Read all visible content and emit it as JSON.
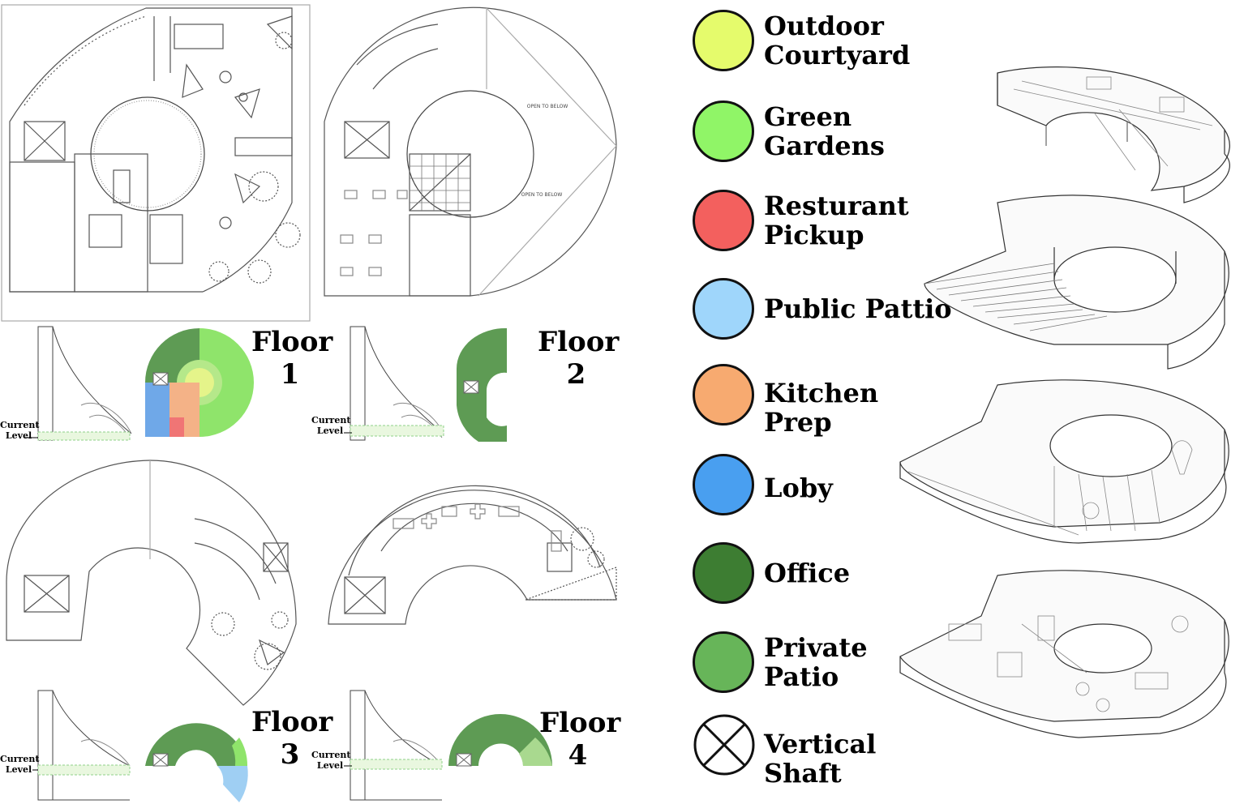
{
  "floors": [
    {
      "title": "Floor",
      "number": "1"
    },
    {
      "title": "Floor",
      "number": "2"
    },
    {
      "title": "Floor",
      "number": "3"
    },
    {
      "title": "Floor",
      "number": "4"
    }
  ],
  "current_level_label": "Current\nLevel",
  "plan_annotations": {
    "open_to_below_1": "OPEN TO BELOW",
    "open_to_below_2": "OPEN TO BELOW"
  },
  "legend": [
    {
      "label": "Outdoor\nCourtyard",
      "color": "#e5fb6c",
      "icon": "circle-swatch"
    },
    {
      "label": "Green\nGardens",
      "color": "#90f567",
      "icon": "circle-swatch"
    },
    {
      "label": "Resturant\nPickup",
      "color": "#f3605e",
      "icon": "circle-swatch"
    },
    {
      "label": "Public Pattio",
      "color": "#9fd6fb",
      "icon": "circle-swatch"
    },
    {
      "label": "Kitchen Prep",
      "color": "#f7aa70",
      "icon": "circle-swatch"
    },
    {
      "label": "Loby",
      "color": "#499ff0",
      "icon": "circle-swatch"
    },
    {
      "label": "Office",
      "color": "#3d7d32",
      "icon": "circle-swatch"
    },
    {
      "label": "Private\nPatio",
      "color": "#67b559",
      "icon": "circle-swatch"
    },
    {
      "label": "Vertical Shaft",
      "color": "#ffffff",
      "icon": "x-circle-icon"
    }
  ],
  "zone_colors": {
    "office": "#5e9b54",
    "office_dark": "#497f40",
    "green_gardens": "#8fe46b",
    "outdoor_courtyard": "#e5f48a",
    "public_patio": "#9fcff3",
    "lobby": "#6fa8e8",
    "kitchen_prep": "#f4b287",
    "restaurant_pickup": "#f07575",
    "private_patio_light": "#a9d98f"
  }
}
